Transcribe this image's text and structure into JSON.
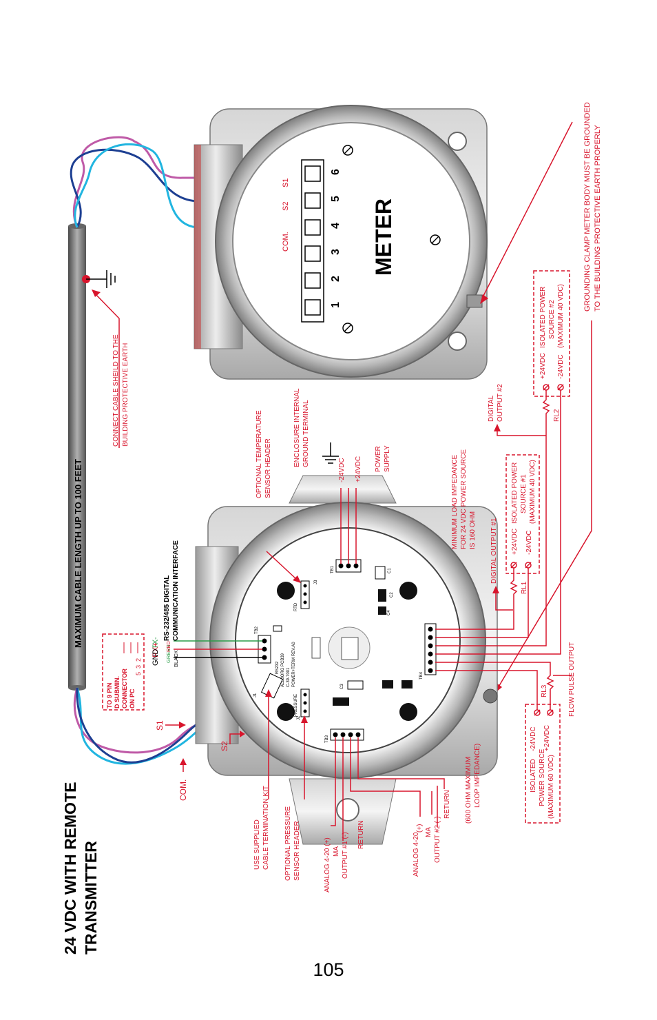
{
  "title": {
    "line1": "24 VDC WITH REMOTE",
    "line2": "TRANSMITTER"
  },
  "page_number": "105",
  "cable": {
    "length_label": "MAXIMUM CABLE LENGTH UP TO 100 FEET",
    "shield_note_1": "CONNECT CABLE SHEILD TO THE",
    "shield_note_2": "BUILDING PROTECTIVE EARTH"
  },
  "meter": {
    "label": "METER",
    "terminals": [
      "1",
      "2",
      "3",
      "4",
      "5",
      "6"
    ],
    "com_label": "COM.",
    "s2_label": "S2",
    "s1_label": "S1"
  },
  "grounding_note": {
    "line1": "GROUNDING CLAMP METER BODY MUST BE GROUNDED",
    "line2": "TO THE BUILDING PROTECTIVE EARTH PROPERLY"
  },
  "transmitter": {
    "s1": "S1",
    "s2": "S2",
    "com": "COM.",
    "use_supplied_1": "USE SUPPLIED",
    "use_supplied_2": "CABLE TERMINATION KIT",
    "opt_pressure_1": "OPTIONAL PRESSURE",
    "opt_pressure_2": "SENSOR HEADER",
    "analog1_1": "ANALOG 4-20 (+)",
    "analog1_2": "MA",
    "analog1_3": "OUTPUT #1 (-)",
    "analog1_4": "RETURN",
    "analog2_1": "ANALOG 4-20",
    "analog2_1b": "(+)",
    "analog2_2": "MA",
    "analog2_3": "OUTPUT #2 (-)",
    "analog2_4": "RETURN",
    "loop_1": "(600 OHM MAXIMUM",
    "loop_2": "LOOP IMPEDANCE)",
    "pc_1": "TO 9 PIN",
    "pc_2": "D SUBMIN.",
    "pc_3": "CONNECTOR",
    "pc_4": "ON PC",
    "pins": [
      "2",
      "3",
      "5"
    ],
    "wire_tx": "TX-",
    "wire_rx": "RX+",
    "wire_gnd": "GND",
    "color_green": "GREEN",
    "color_red": "RED",
    "color_black": "BLACK",
    "rs232_1": "RS-232/485 DIGITAL",
    "rs232_2": "COMMUNICATION INTERFACE",
    "opt_temp_1": "OPTIONAL TEMPERATURE",
    "opt_temp_2": "SENSOR HEADER",
    "enc_ground_1": "ENCLOSURE INTERNAL",
    "enc_ground_2": "GROUND TERMINAL",
    "minus24": "-24VDC",
    "plus24": "+24VDC",
    "power_1": "POWER",
    "power_2": "SUPPLY",
    "min_load_1": "MINIMUM LOAD IMPEDANCE",
    "min_load_2": "FOR 24 VDC POWER SOURCE",
    "min_load_3": "IS 160 OHM",
    "dig1": "DIGITAL  OUTPUT #1",
    "dig2_1": "DIGITAL",
    "dig2_2": "OUTPUT #2",
    "iso1_1": "ISOLATED POWER",
    "iso1_2": "SOURCE #1",
    "iso1_3": "(MAXIMUM 40 VDC)",
    "iso2_1": "ISOLATED POWER",
    "iso2_2": "SOURCE #2",
    "iso2_3": "(MAXIMUM 40 VDC)",
    "plus24_1": "+24VDC",
    "minus24_1": "-24VDC",
    "plus24_2": "+24VDC",
    "minus24_2": "-24VDC",
    "rl1": "RL1",
    "rl2": "RL2",
    "rl3": "RL3",
    "iso3_1": "ISOLATED",
    "iso3_2": "POWER SOURCE",
    "iso3_3": "(MAXIMUM 60 VDC)",
    "iso3_minus": "-24VDC",
    "iso3_plus": "+24VDC",
    "flow_pulse": "FLOW PULSE OUTPUT",
    "board_tb2": "TB2",
    "board_tb1": "TB1",
    "board_tb3": "TB3",
    "board_tb4": "TB4",
    "board_j1": "J1",
    "board_j2": "J2",
    "board_j3": "J3",
    "board_rtd": "RTD",
    "board_pressure": "PRESSURE",
    "board_rs": "RS232",
    "board_part_1": "ALLBORG PCB39",
    "board_part_2": "C-39-7001",
    "board_part_3": "POWER+TERM REV.A0",
    "board_c1": "C1",
    "board_c2": "C2",
    "board_c3": "C3",
    "board_c4": "C4"
  },
  "colors": {
    "red": "#d8152c",
    "cyan": "#21b5e0",
    "navy": "#1d3f92",
    "magenta": "#bf5aa7",
    "green": "#2a9c48"
  }
}
